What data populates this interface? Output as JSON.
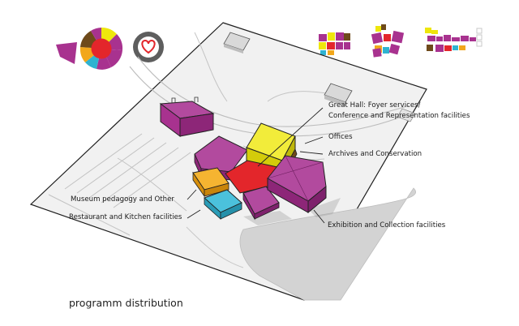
{
  "caption": "programm distribution",
  "colors": {
    "magenta": "#a8328f",
    "red": "#e3262b",
    "yellow": "#eee60c",
    "orange": "#f2a71b",
    "cyan": "#2fb3d1",
    "brown": "#6e4a1b",
    "ground": "#ececec",
    "road": "#d2d2d2",
    "outline": "#222222"
  },
  "labels": {
    "great_hall": [
      "Great Hall: Foyer services/",
      "Conference and Representation facilities"
    ],
    "offices": "Offices",
    "archives": "Archives and Conservation",
    "museum_pedagogy": "Museum pedagogy and Other",
    "restaurant": "Restaurant and Kitchen facilities",
    "exhibition": "Exhibition and Collection facilities"
  },
  "icons": {
    "donut": "program-ring-icon",
    "heart": "heart-icon",
    "mosaics": [
      "program-block-grid-icon",
      "program-block-cluster-icon",
      "program-block-bars-icon"
    ]
  }
}
